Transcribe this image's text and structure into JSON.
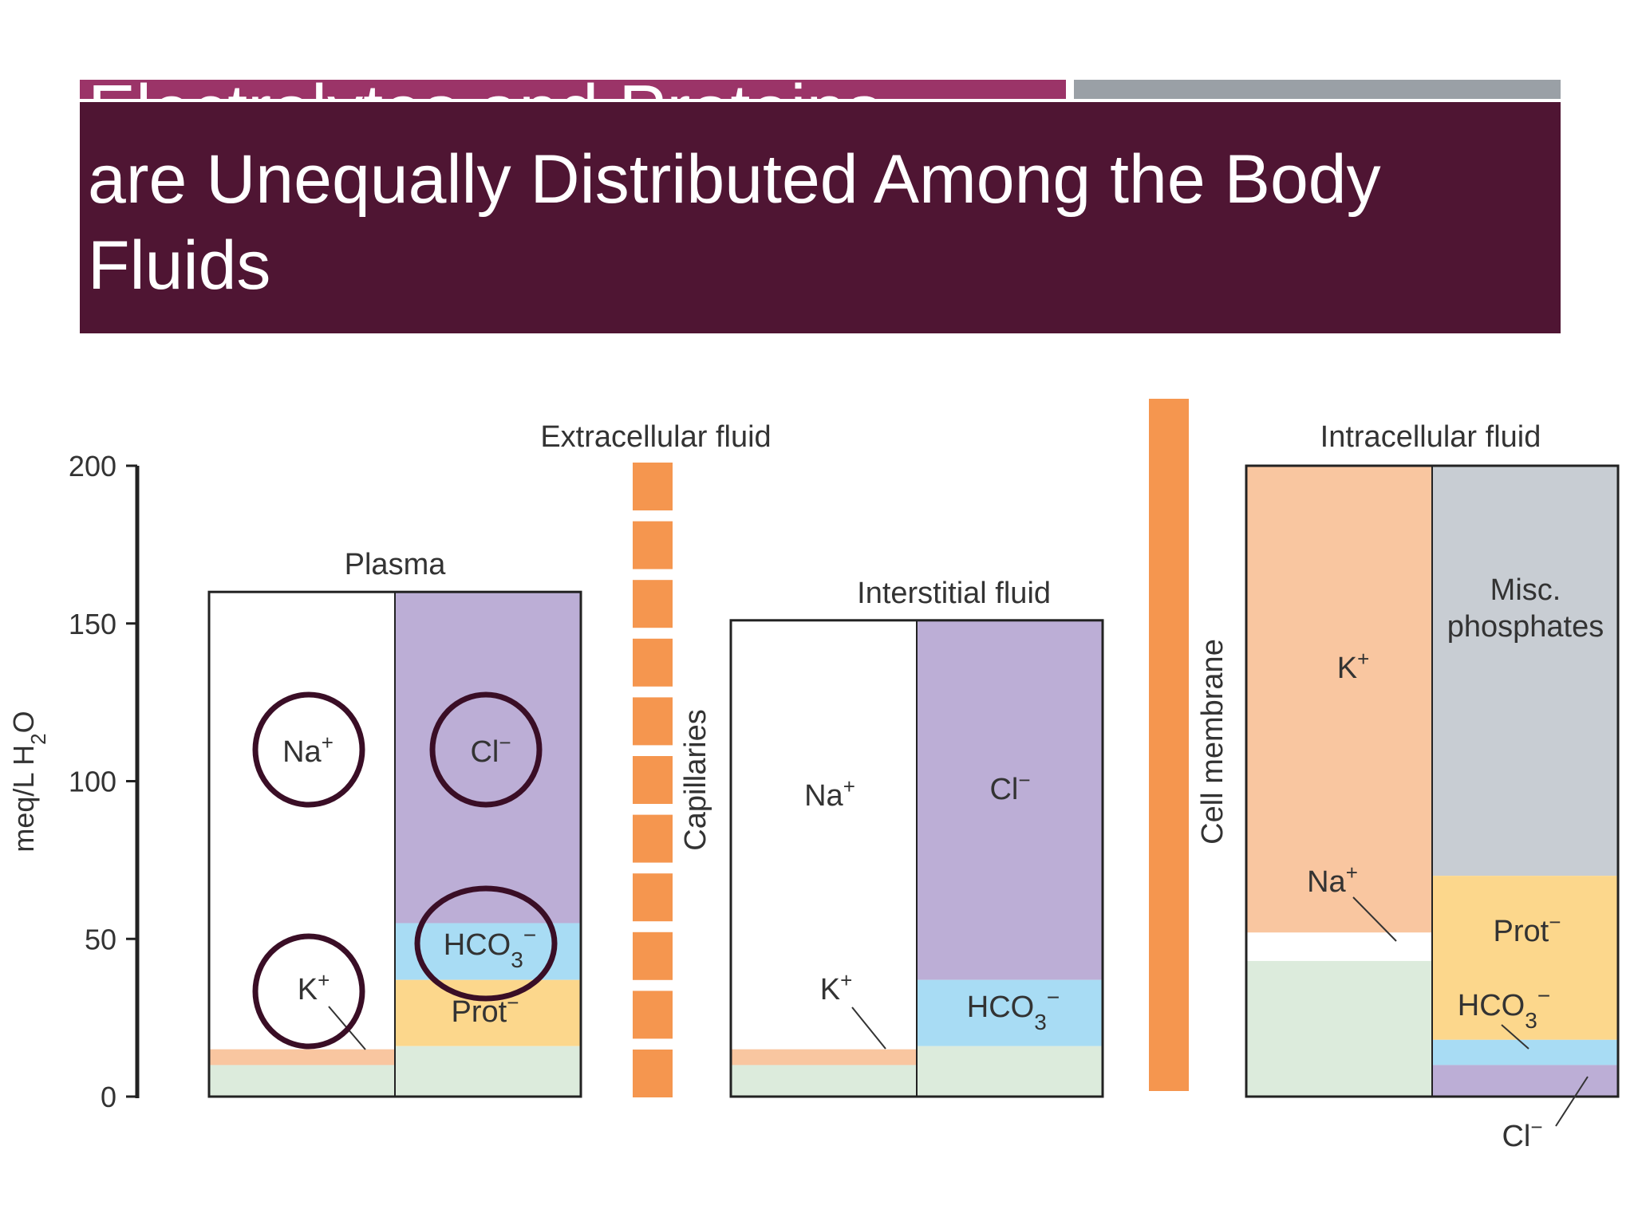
{
  "slide": {
    "title_line1": "Electrolytes and Proteins",
    "title_line2": "are Unequally Distributed Among the Body",
    "title_line3": "Fluids",
    "colors": {
      "title_bg": "#4f1533",
      "accent": "#9b3468",
      "accent_gray": "#9aa0a6",
      "highlight_ring": "#3a0e26"
    }
  },
  "chart_data": {
    "type": "bar",
    "stacked": true,
    "ylabel": "meq/L H2O",
    "ylim": [
      0,
      200
    ],
    "yticks": [
      0,
      50,
      100,
      150,
      200
    ],
    "headers": {
      "extracellular": "Extracellular fluid",
      "intracellular": "Intracellular fluid"
    },
    "separators": {
      "capillaries": "Capillaries",
      "cell_membrane": "Cell membrane"
    },
    "compartments": [
      {
        "name": "Plasma",
        "cations": [
          {
            "ion": "Na+",
            "from": 15,
            "to": 160,
            "color": "#ffffff"
          },
          {
            "ion": "K+",
            "from": 10,
            "to": 15,
            "color": "#f9c6a0"
          },
          {
            "ion": "other",
            "from": 0,
            "to": 10,
            "color": "#dcebdc"
          }
        ],
        "anions": [
          {
            "ion": "Cl-",
            "from": 55,
            "to": 160,
            "color": "#bcaed6"
          },
          {
            "ion": "HCO3-",
            "from": 37,
            "to": 55,
            "color": "#a8dcf4"
          },
          {
            "ion": "Prot-",
            "from": 16,
            "to": 37,
            "color": "#fcd78c"
          },
          {
            "ion": "other",
            "from": 0,
            "to": 16,
            "color": "#dcebdc"
          }
        ]
      },
      {
        "name": "Interstitial fluid",
        "cations": [
          {
            "ion": "Na+",
            "from": 15,
            "to": 151,
            "color": "#ffffff"
          },
          {
            "ion": "K+",
            "from": 10,
            "to": 15,
            "color": "#f9c6a0"
          },
          {
            "ion": "other",
            "from": 0,
            "to": 10,
            "color": "#dcebdc"
          }
        ],
        "anions": [
          {
            "ion": "Cl-",
            "from": 37,
            "to": 151,
            "color": "#bcaed6"
          },
          {
            "ion": "HCO3-",
            "from": 16,
            "to": 37,
            "color": "#a8dcf4"
          },
          {
            "ion": "other",
            "from": 0,
            "to": 16,
            "color": "#dcebdc"
          }
        ]
      },
      {
        "name": "Intracellular fluid",
        "cations": [
          {
            "ion": "K+",
            "from": 52,
            "to": 200,
            "color": "#f9c6a0"
          },
          {
            "ion": "Na+",
            "from": 43,
            "to": 52,
            "color": "#ffffff"
          },
          {
            "ion": "other",
            "from": 0,
            "to": 43,
            "color": "#dcebdc"
          }
        ],
        "anions": [
          {
            "ion": "Misc. phosphates",
            "from": 70,
            "to": 200,
            "color": "#c8cdd3"
          },
          {
            "ion": "Prot-",
            "from": 18,
            "to": 70,
            "color": "#fcd78c"
          },
          {
            "ion": "HCO3-",
            "from": 10,
            "to": 18,
            "color": "#a8dcf4"
          },
          {
            "ion": "Cl-",
            "from": 0,
            "to": 10,
            "color": "#bcaed6"
          }
        ]
      }
    ]
  }
}
